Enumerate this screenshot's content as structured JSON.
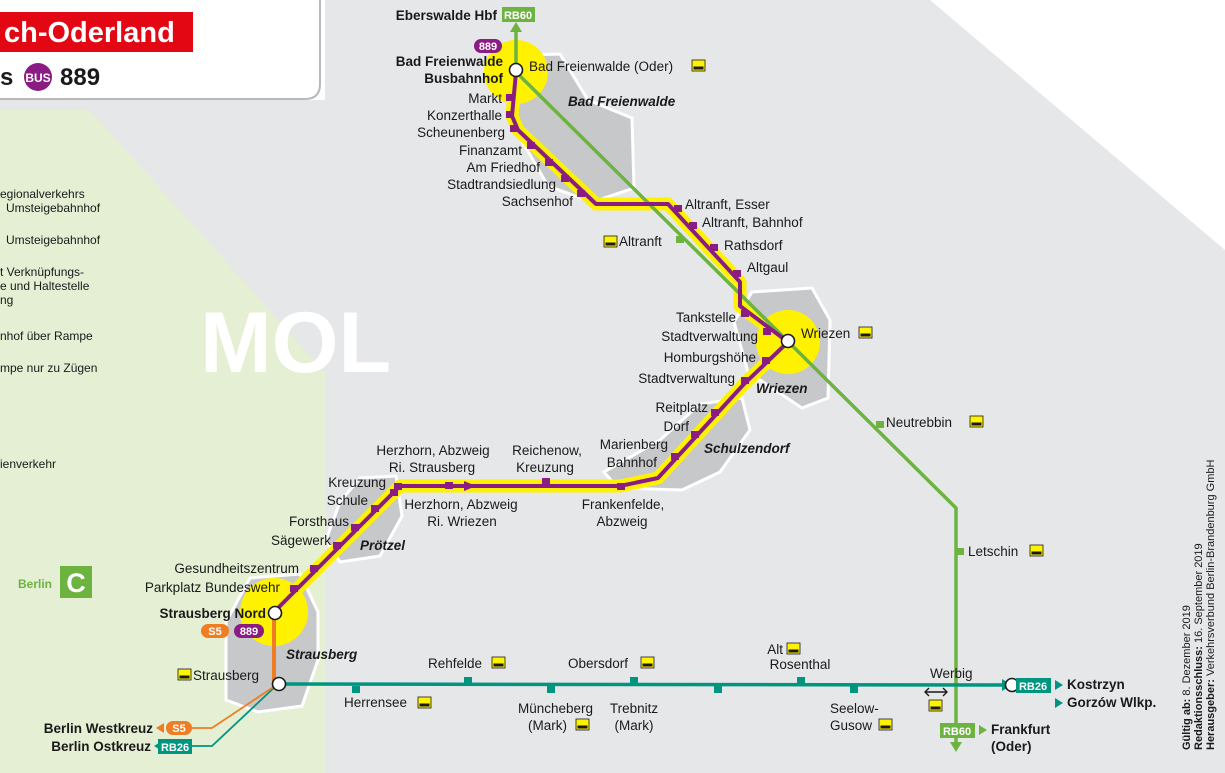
{
  "header": {
    "title": "ch-Oderland",
    "line_prefix": "s",
    "bus_badge": "BUS",
    "line_number": "889"
  },
  "district_code": "MOL",
  "berlin_zone": {
    "label": "Berlin",
    "zone": "C"
  },
  "legend": {
    "lines": [
      "egionalverkehrs",
      "Umsteigebahnhof",
      "Umsteigebahnhof",
      "t Verknüpfungs-",
      "e und Haltestelle",
      "ng",
      "nhof über Rampe",
      "mpe nur zu Zügen",
      "ienverkehr"
    ]
  },
  "badges": {
    "rb60": "RB60",
    "rb26": "RB26",
    "s5": "S5",
    "bus889": "889"
  },
  "areas": {
    "bad_freienwalde": "Bad Freienwalde",
    "wriezen": "Wriezen",
    "schulzendorf": "Schulzendorf",
    "proetzel": "Prötzel",
    "strausberg": "Strausberg"
  },
  "stops": {
    "eberswalde": "Eberswalde Hbf",
    "bf_bus_1": "Bad Freienwalde",
    "bf_bus_2": "Busbahnhof",
    "bf_oder": "Bad Freienwalde (Oder)",
    "markt": "Markt",
    "konzerthalle": "Konzerthalle",
    "scheunenberg": "Scheunenberg",
    "finanzamt": "Finanzamt",
    "am_friedhof": "Am Friedhof",
    "stadtrandsiedlung": "Stadtrandsiedlung",
    "sachsenhof": "Sachsenhof",
    "altranft_esser": "Altranft, Esser",
    "altranft_bhf": "Altranft, Bahnhof",
    "altranft": "Altranft",
    "rathsdorf": "Rathsdorf",
    "altgaul": "Altgaul",
    "tankstelle": "Tankstelle",
    "stadtverwaltung_1": "Stadtverwaltung",
    "wriezen": "Wriezen",
    "homburgshoehe": "Homburgshöhe",
    "stadtverwaltung_2": "Stadtverwaltung",
    "reitplatz": "Reitplatz",
    "dorf": "Dorf",
    "marienberg_1": "Marienberg",
    "marienberg_2": "Bahnhof",
    "neutrebbin": "Neutrebbin",
    "herzhorn_str_1": "Herzhorn, Abzweig",
    "herzhorn_str_2": "Ri. Strausberg",
    "reichenow_1": "Reichenow,",
    "reichenow_2": "Kreuzung",
    "kreuzung": "Kreuzung",
    "schule": "Schule",
    "herzhorn_wr_1": "Herzhorn, Abzweig",
    "herzhorn_wr_2": "Ri. Wriezen",
    "frankenfelde_1": "Frankenfelde,",
    "frankenfelde_2": "Abzweig",
    "forsthaus": "Forsthaus",
    "saegewerk": "Sägewerk",
    "letschin": "Letschin",
    "gesundheitszentrum": "Gesundheitszentrum",
    "parkplatz": "Parkplatz Bundeswehr",
    "strausberg_nord": "Strausberg Nord",
    "strausberg": "Strausberg",
    "rehfelde": "Rehfelde",
    "obersdorf": "Obersdorf",
    "alt_rosenthal_1": "Alt",
    "alt_rosenthal_2": "Rosenthal",
    "werbig": "Werbig",
    "herrensee": "Herrensee",
    "muencheberg_1": "Müncheberg",
    "muencheberg_2": "(Mark)",
    "trebnitz_1": "Trebnitz",
    "trebnitz_2": "(Mark)",
    "seelow_1": "Seelow-",
    "seelow_2": "Gusow",
    "kostrzyn": "Kostrzyn",
    "gorzow": "Gorzów Wlkp.",
    "frankfurt_1": "Frankfurt",
    "frankfurt_2": "(Oder)",
    "berlin_westkreuz": "Berlin Westkreuz",
    "berlin_ostkreuz": "Berlin Ostkreuz"
  },
  "footer": {
    "gueltig_label": "Gültig ab:",
    "gueltig_value": " 8. Dezember 2019",
    "redaktion_label": "Redaktionsschluss:",
    "redaktion_value": " 16. September 2019",
    "herausgeber_label": "Herausgeber:",
    "herausgeber_value": " Verkehrsverbund Berlin-Brandenburg GmbH"
  },
  "colors": {
    "bus_line": "#8b1c84",
    "bus_highlight": "#fff200",
    "rb60": "#6cb33f",
    "rb26": "#00957f",
    "s5": "#ef7d23",
    "map_background": "#e6e7e9",
    "berlin_area": "#e4efd4",
    "title_red": "#e30613",
    "town_area": "#c7c8ca"
  }
}
